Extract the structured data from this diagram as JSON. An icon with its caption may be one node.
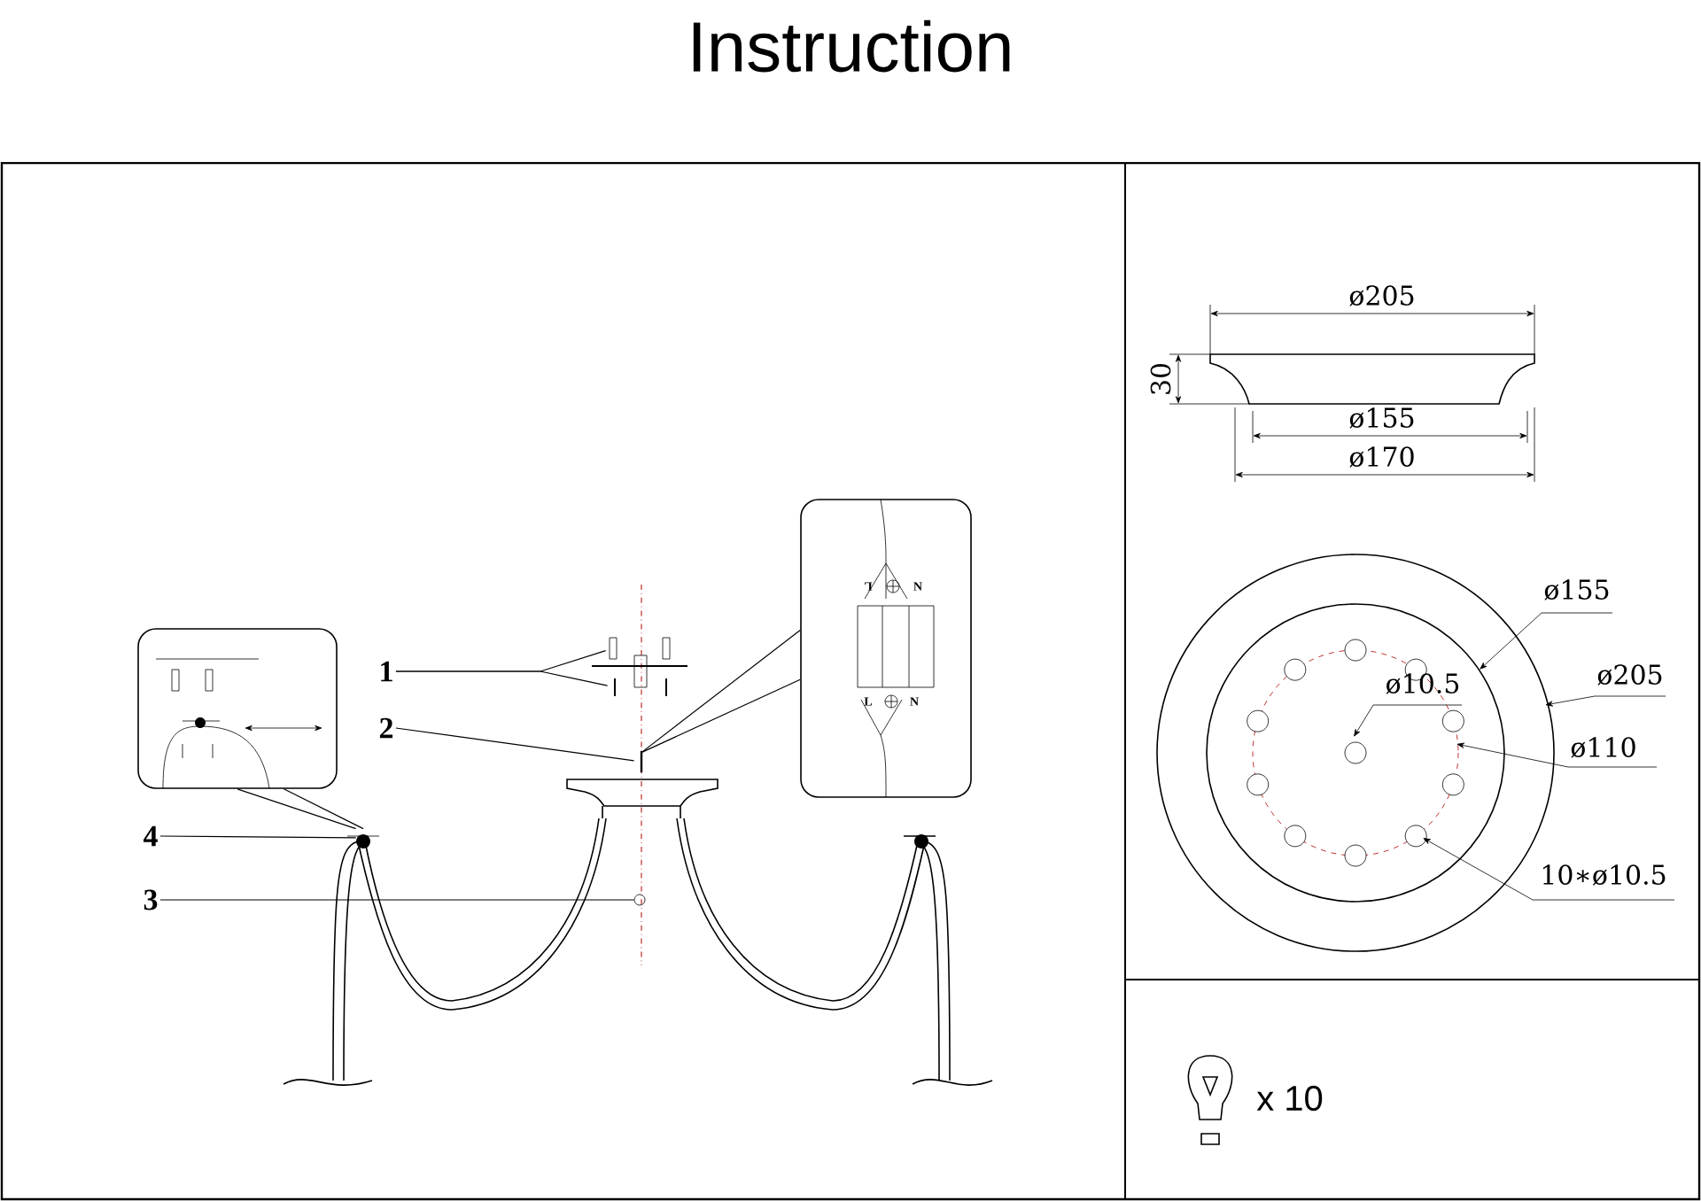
{
  "diagram": {
    "title": "Instruction",
    "nodes": [
      {
        "text": [
          "1"
        ]
      },
      {
        "text": [
          "2"
        ]
      },
      {
        "text": [
          "3"
        ]
      },
      {
        "text": [
          "4"
        ]
      },
      {
        "text": [],
        "shape": "picture"
      },
      {
        "text": [],
        "shape": "picture"
      },
      {
        "text": [],
        "shape": "picture"
      },
      {
        "text": [],
        "shape": "circle"
      },
      {
        "text": [],
        "shape": "picture"
      },
      {
        "text": [
          "L",
          "N",
          "L",
          "N"
        ]
      },
      {
        "text": [],
        "shape": "picture"
      }
    ],
    "edges": [
      {
        "from": 0,
        "to": 4,
        "arrow": "none"
      },
      {
        "from": 0,
        "to": 5,
        "arrow": "none"
      },
      {
        "from": 1,
        "to": 6,
        "arrow": "none"
      },
      {
        "from": 2,
        "to": 7,
        "arrow": "none"
      },
      {
        "from": 3,
        "to": 8,
        "arrow": "none"
      },
      {
        "from": 9,
        "to": 6,
        "arrow": "none"
      },
      {
        "from": 10,
        "to": 8,
        "arrow": "none"
      }
    ],
    "labels": [
      "ø205",
      "30",
      "ø155",
      "ø170",
      "ø155",
      "ø10.5",
      "ø205",
      "ø110",
      "10∗ø10.5",
      "x 10"
    ]
  }
}
